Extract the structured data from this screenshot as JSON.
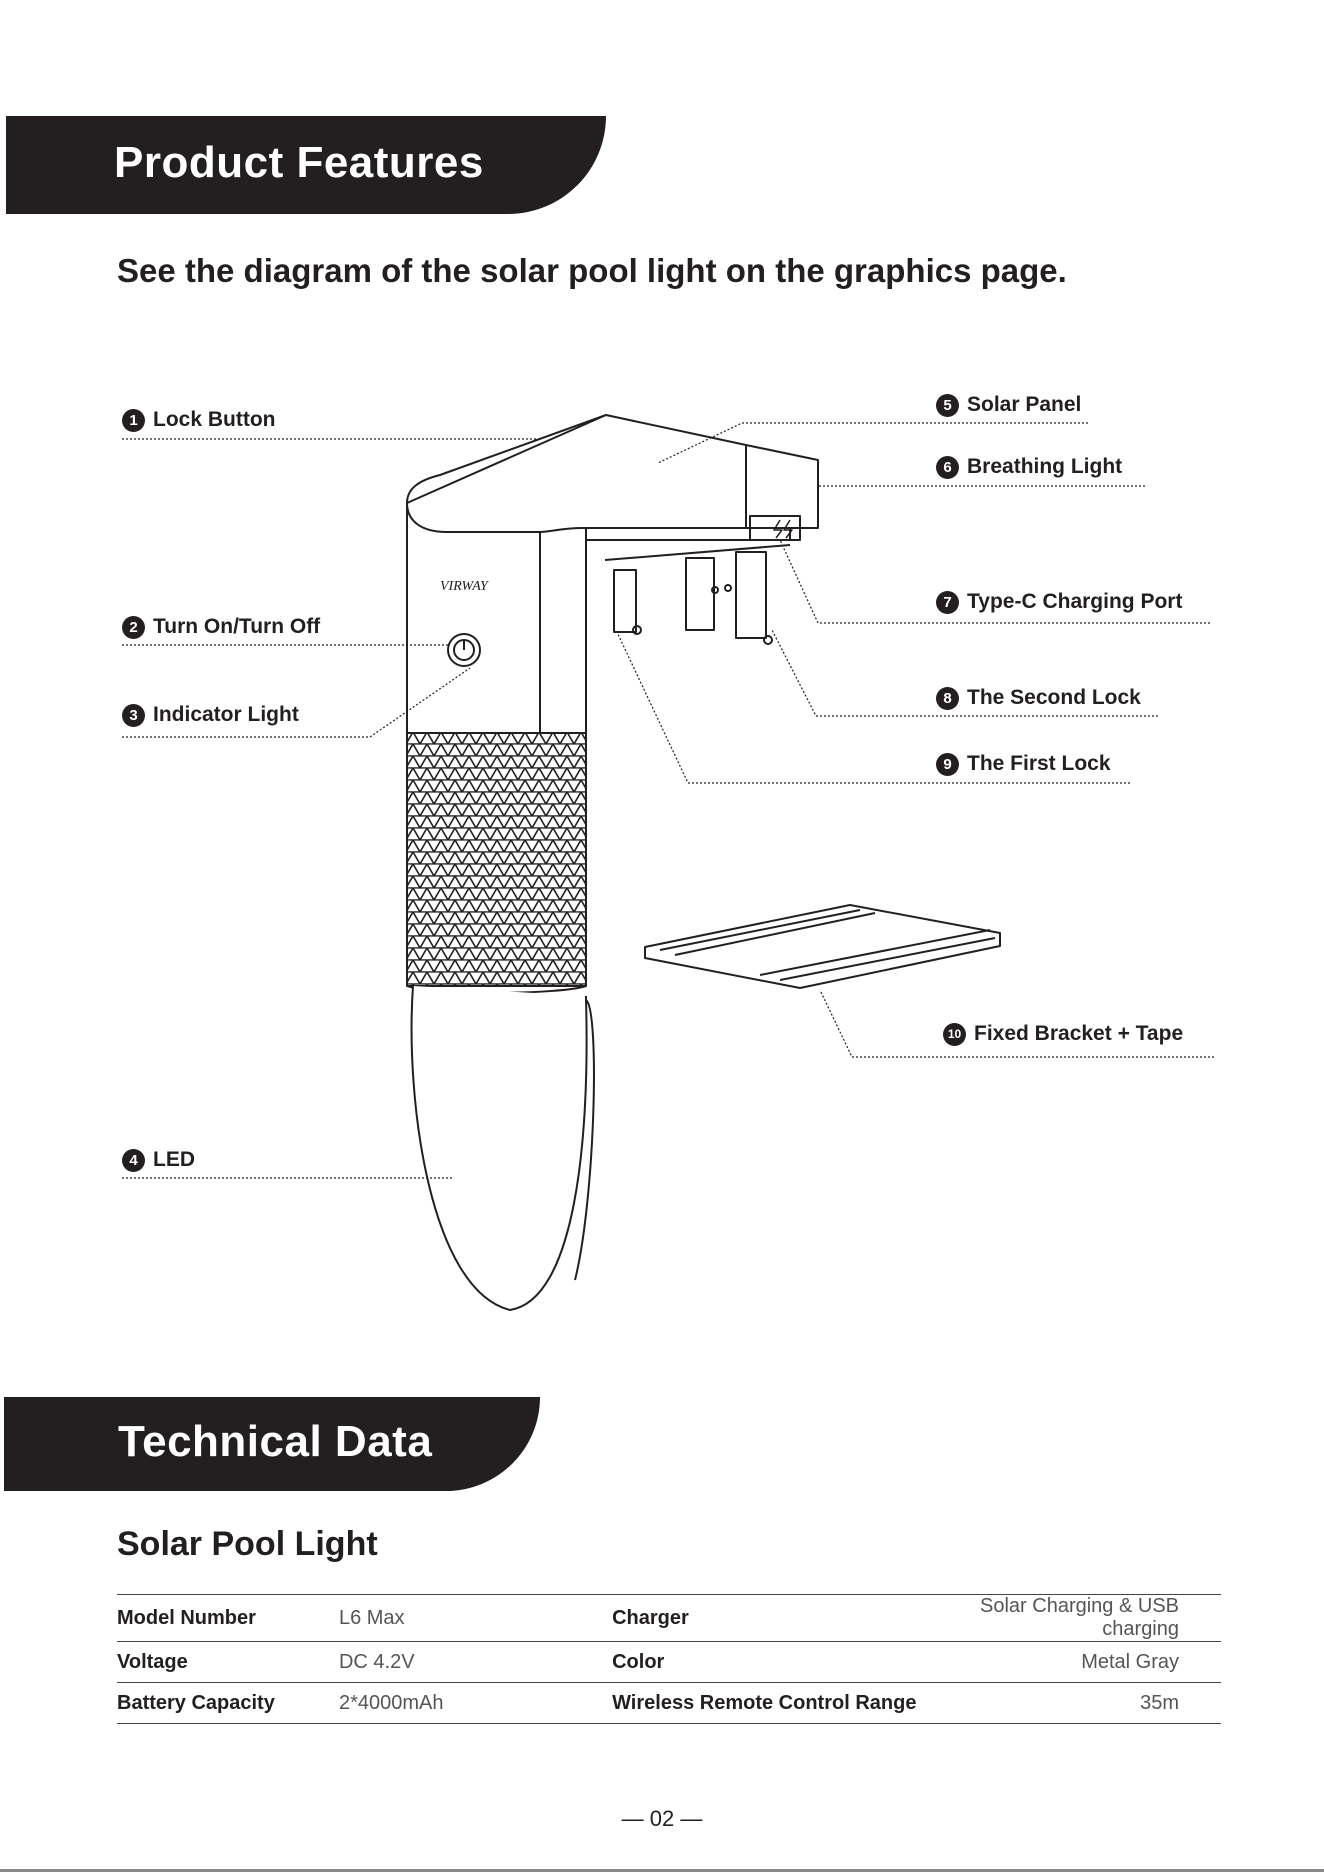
{
  "features": {
    "banner_title": "Product Features",
    "subtitle": "See the diagram of the solar pool light on the graphics page.",
    "brand_logo_text": "VIRWAY",
    "callouts": [
      {
        "num": "1",
        "label": "Lock Button"
      },
      {
        "num": "2",
        "label": "Turn On/Turn Off"
      },
      {
        "num": "3",
        "label": "Indicator Light"
      },
      {
        "num": "4",
        "label": "LED"
      },
      {
        "num": "5",
        "label": "Solar Panel"
      },
      {
        "num": "6",
        "label": "Breathing Light"
      },
      {
        "num": "7",
        "label": "Type-C Charging Port"
      },
      {
        "num": "8",
        "label": "The Second Lock"
      },
      {
        "num": "9",
        "label": "The First Lock"
      },
      {
        "num": "10",
        "label": "Fixed Bracket + Tape"
      }
    ]
  },
  "technical": {
    "banner_title": "Technical Data",
    "section_title": "Solar Pool Light",
    "rows": [
      {
        "k1": "Model Number",
        "v1": "L6 Max",
        "k2": "Charger",
        "v2": "Solar Charging & USB charging"
      },
      {
        "k1": "Voltage",
        "v1": "DC 4.2V",
        "k2": "Color",
        "v2": "Metal Gray"
      },
      {
        "k1": "Battery Capacity",
        "v1": "2*4000mAh",
        "k2": "Wireless Remote Control  Range",
        "v2": "35m"
      }
    ]
  },
  "page_number": "— 02 —"
}
